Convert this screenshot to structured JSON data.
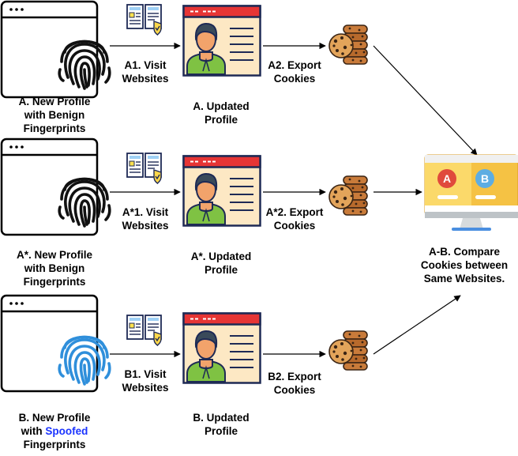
{
  "rows": [
    {
      "profile_label": [
        "A. New Profile",
        "with Benign",
        "Fingerprints"
      ],
      "visit_label": [
        "A1. Visit",
        "Websites"
      ],
      "updated_label": [
        "A. Updated",
        "Profile"
      ],
      "export_label": [
        "A2. Export",
        "Cookies"
      ],
      "fingerprint": "benign"
    },
    {
      "profile_label": [
        "A*. New Profile",
        "with Benign",
        "Fingerprints"
      ],
      "visit_label": [
        "A*1. Visit",
        "Websites"
      ],
      "updated_label": [
        "A*. Updated",
        "Profile"
      ],
      "export_label": [
        "A*2. Export",
        "Cookies"
      ],
      "fingerprint": "benign"
    },
    {
      "profile_label": [
        "B. New Profile",
        "with",
        "Spoofed",
        "Fingerprints"
      ],
      "visit_label": [
        "B1. Visit",
        "Websites"
      ],
      "updated_label": [
        "B. Updated",
        "Profile"
      ],
      "export_label": [
        "B2. Export",
        "Cookies"
      ],
      "fingerprint": "spoofed"
    }
  ],
  "compare": {
    "label": [
      "A-B. Compare",
      "Cookies between",
      "Same Websites."
    ],
    "left_letter": "A",
    "right_letter": "B"
  },
  "colors": {
    "benign_fingerprint": "#111111",
    "spoofed_fingerprint": "#2f8fdb",
    "spoofed_text": "#1a33ff",
    "profile_header": "#e63535",
    "profile_body": "#fde8c4",
    "avatar_shirt": "#7fc243",
    "cookie": "#c97b3a"
  }
}
